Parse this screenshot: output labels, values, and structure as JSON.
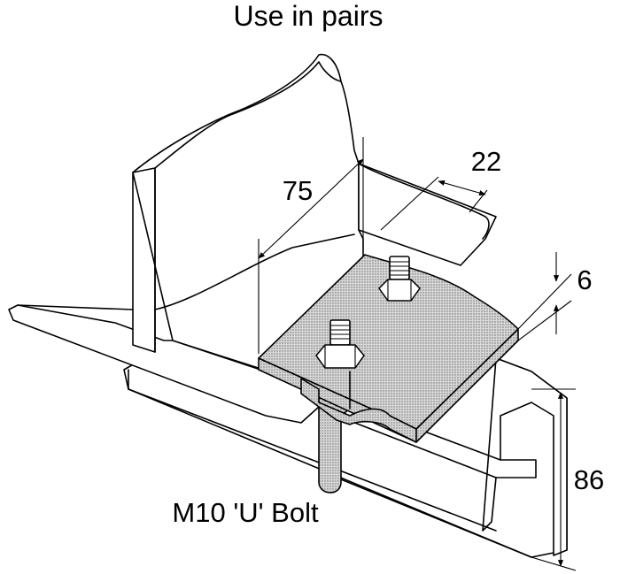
{
  "title": "Use in pairs",
  "callouts": {
    "bolt": "M10 'U' Bolt"
  },
  "dimensions": {
    "width": "75",
    "slot": "22",
    "thickness": "6",
    "height": "86"
  },
  "colors": {
    "line": "#000000",
    "background": "#ffffff",
    "clamp_shading": "#bdbdbd"
  }
}
